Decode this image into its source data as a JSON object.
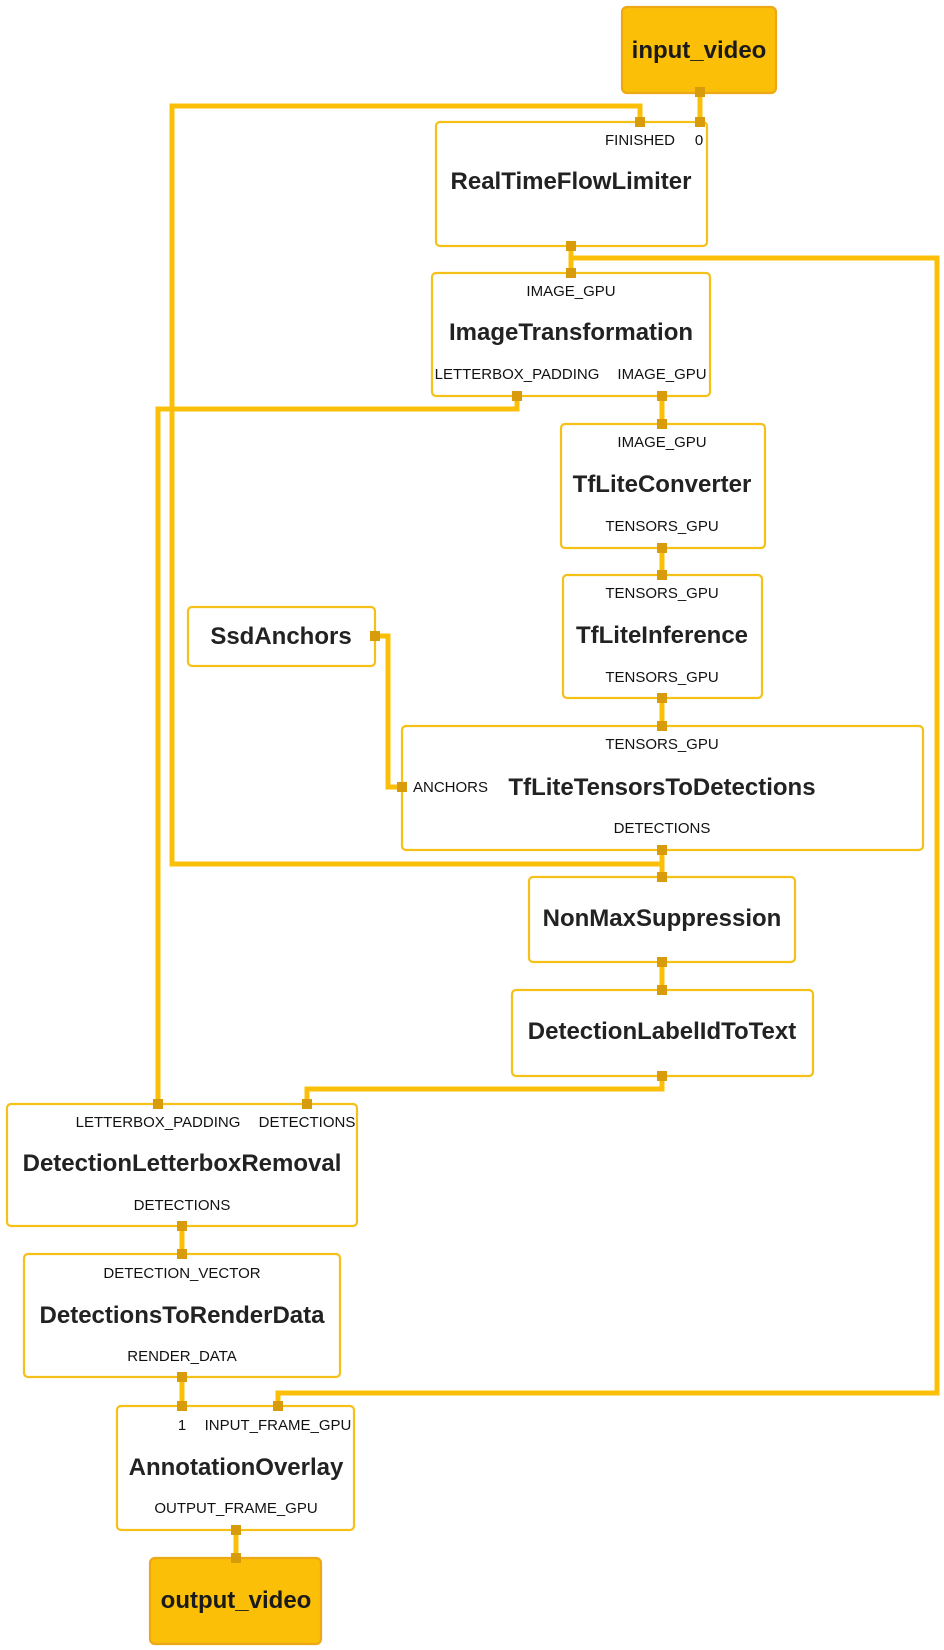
{
  "streams": {
    "input": {
      "name": "input_video"
    },
    "output": {
      "name": "output_video"
    }
  },
  "nodes": {
    "flow_limiter": {
      "name": "RealTimeFlowLimiter",
      "in_finished": "FINISHED",
      "in_0": "0"
    },
    "image_transform": {
      "name": "ImageTransformation",
      "in_image": "IMAGE_GPU",
      "out_letterbox": "LETTERBOX_PADDING",
      "out_image": "IMAGE_GPU"
    },
    "tflite_converter": {
      "name": "TfLiteConverter",
      "in_image": "IMAGE_GPU",
      "out_tensors": "TENSORS_GPU"
    },
    "tflite_inference": {
      "name": "TfLiteInference",
      "in_tensors": "TENSORS_GPU",
      "out_tensors": "TENSORS_GPU"
    },
    "ssd_anchors": {
      "name": "SsdAnchors"
    },
    "tensors_to_detections": {
      "name": "TfLiteTensorsToDetections",
      "in_tensors": "TENSORS_GPU",
      "in_anchors": "ANCHORS",
      "out_detections": "DETECTIONS"
    },
    "non_max_suppression": {
      "name": "NonMaxSuppression"
    },
    "label_id_to_text": {
      "name": "DetectionLabelIdToText"
    },
    "letterbox_removal": {
      "name": "DetectionLetterboxRemoval",
      "in_letterbox": "LETTERBOX_PADDING",
      "in_detections": "DETECTIONS",
      "out_detections": "DETECTIONS"
    },
    "to_render_data": {
      "name": "DetectionsToRenderData",
      "in_vector": "DETECTION_VECTOR",
      "out_render": "RENDER_DATA"
    },
    "annotation_overlay": {
      "name": "AnnotationOverlay",
      "in_1": "1",
      "in_frame": "INPUT_FRAME_GPU",
      "out_frame": "OUTPUT_FRAME_GPU"
    }
  },
  "colors": {
    "edge": "#fbbf08",
    "port": "#d79b0c",
    "node_border": "#f5c018",
    "stream_fill": "#fbbf08",
    "text": "#222222"
  }
}
